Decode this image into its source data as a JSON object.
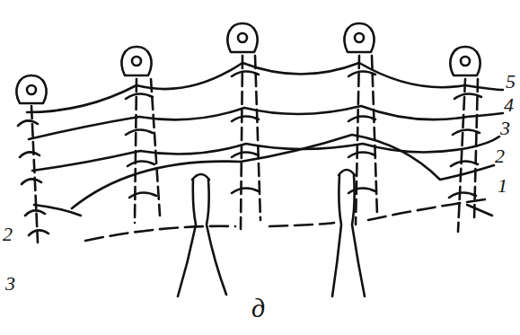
{
  "diagram": {
    "labels": [
      "5",
      "4",
      "3",
      "2",
      "1",
      "2",
      "3",
      "д"
    ]
  }
}
